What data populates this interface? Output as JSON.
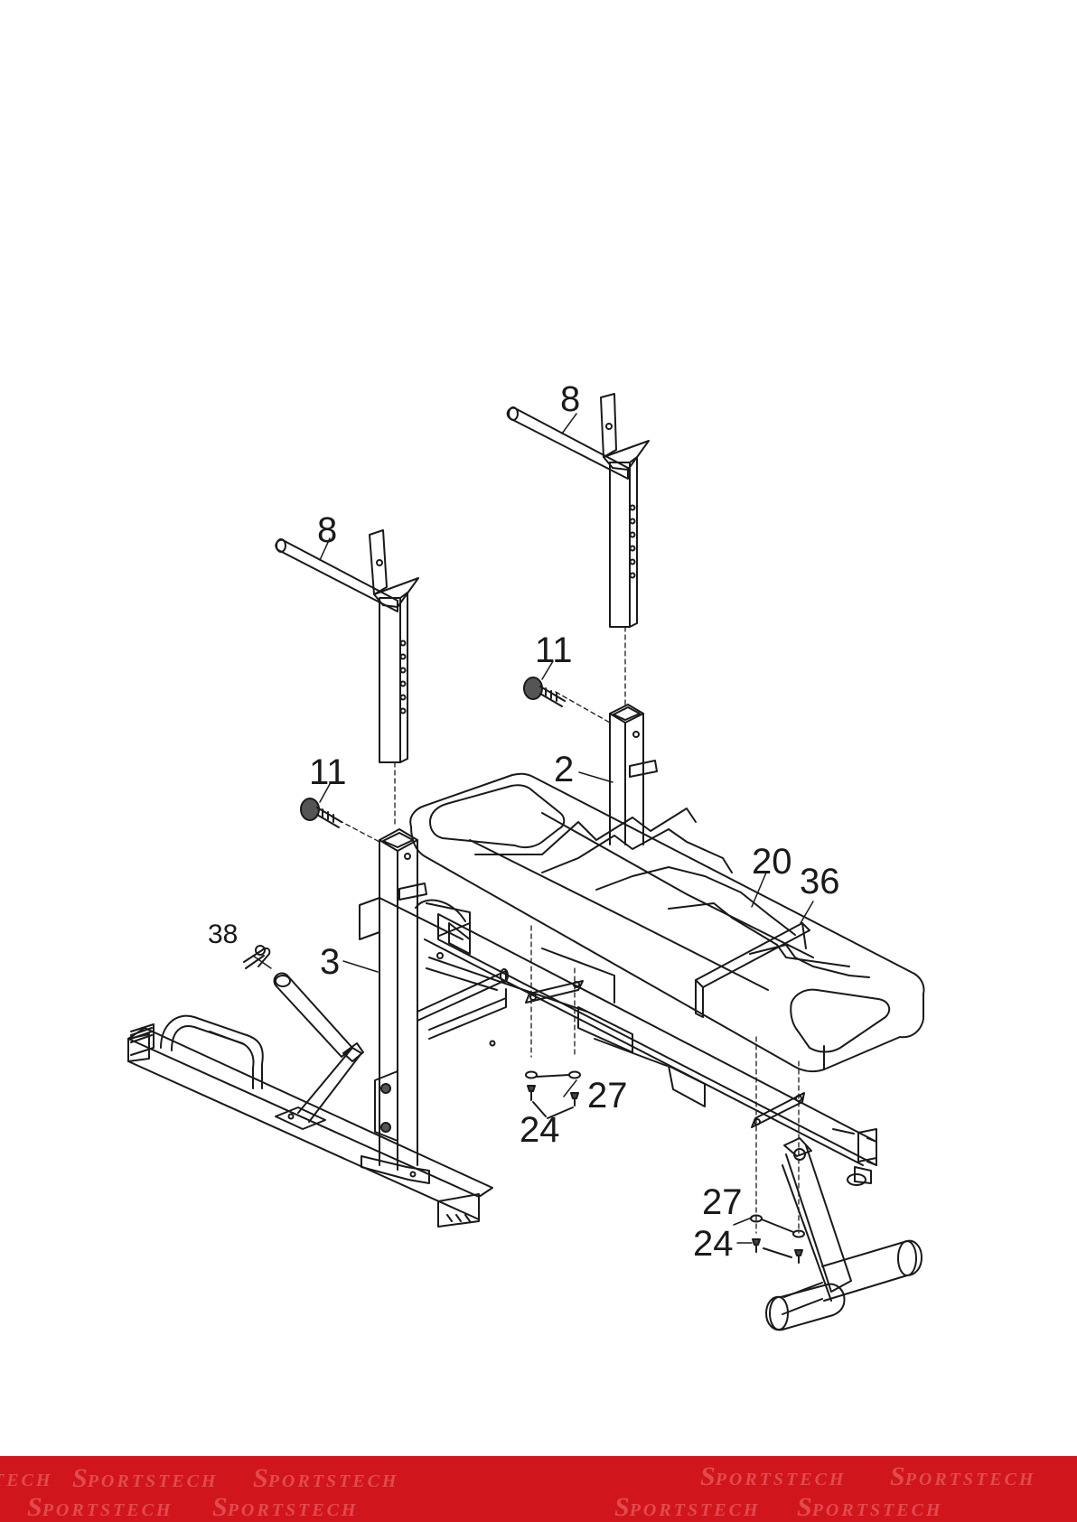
{
  "diagram": {
    "labels": {
      "l8a": "8",
      "l8b": "8",
      "l11a": "11",
      "l11b": "11",
      "l2": "2",
      "l3": "3",
      "l20": "20",
      "l36": "36",
      "l38": "38",
      "l27a": "27",
      "l24a": "24",
      "l27b": "27",
      "l24b": "24"
    }
  },
  "footer": {
    "brand_color": "#d0161c",
    "watermark_color": "#e24a4e",
    "watermark_text": "SPORTSTECH",
    "watermark_first": "S",
    "watermark_rest": "PORTSTECH",
    "watermark_partial": "TECH"
  }
}
